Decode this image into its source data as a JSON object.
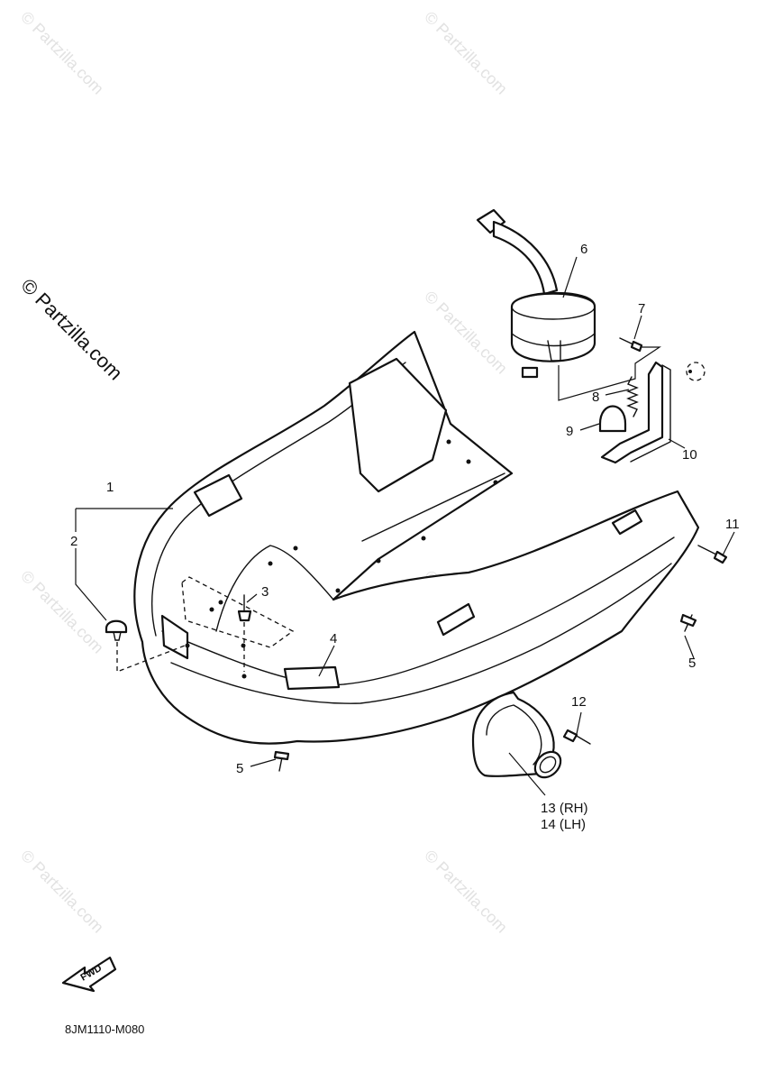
{
  "watermark": {
    "main": "© Partzilla.com",
    "tile": "© Partzilla.com"
  },
  "callouts": {
    "c1": "1",
    "c2": "2",
    "c3": "3",
    "c4": "4",
    "c5a": "5",
    "c5b": "5",
    "c6": "6",
    "c7": "7",
    "c8": "8",
    "c9": "9",
    "c10": "10",
    "c11": "11",
    "c12": "12",
    "c13": "13 (RH)",
    "c14": "14 (LH)"
  },
  "fwd_label": "FWD",
  "diagram_code": "8JM1110-M080"
}
